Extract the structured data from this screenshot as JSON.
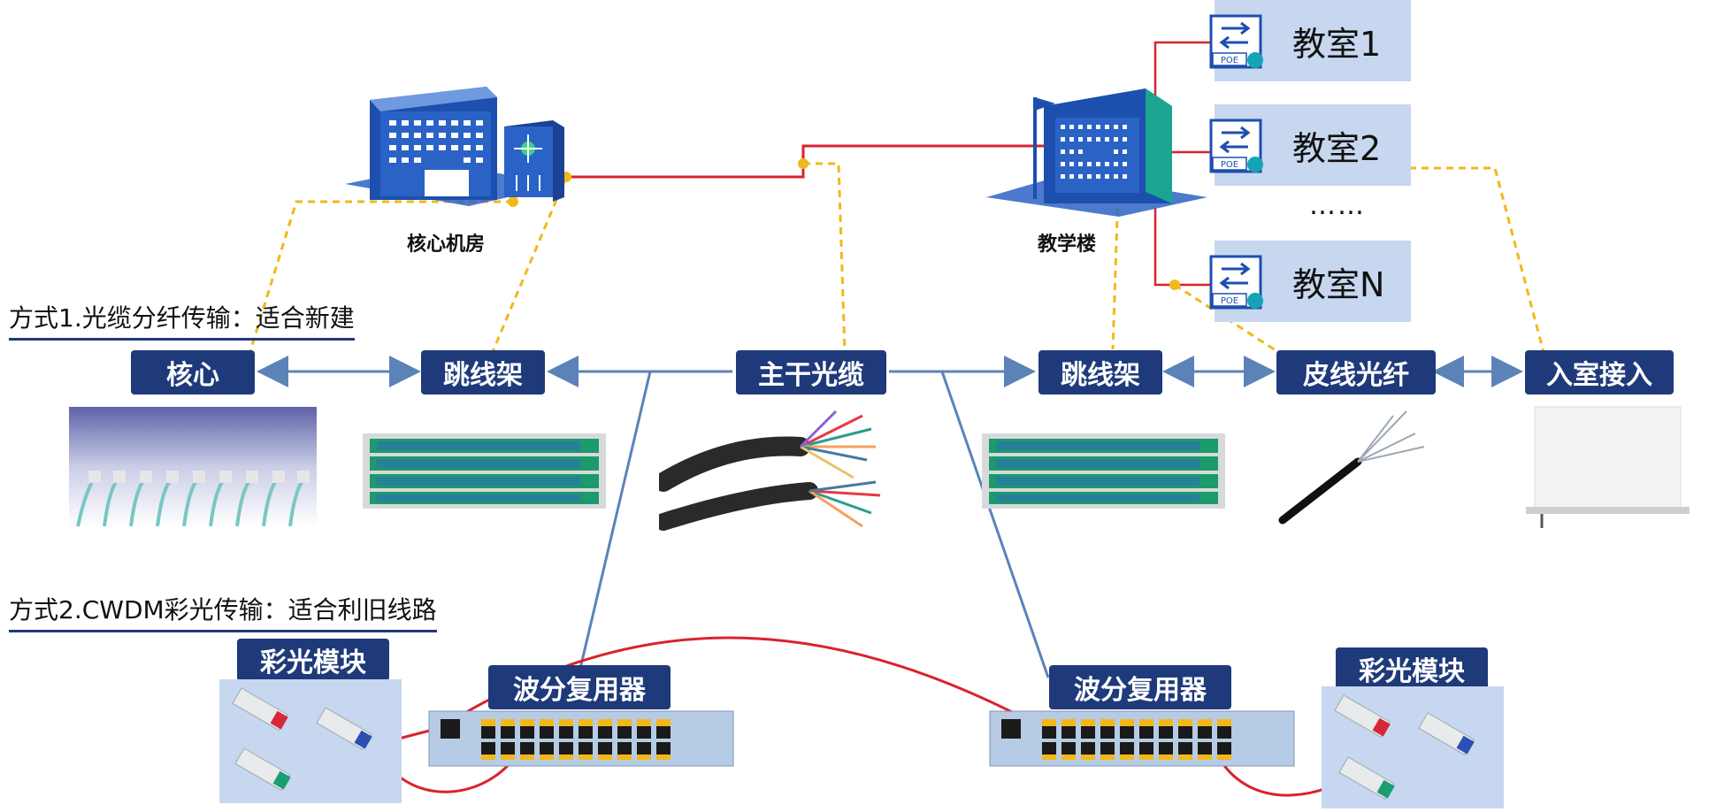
{
  "buildings": {
    "core_room": "核心机房",
    "teaching_building": "教学楼"
  },
  "classrooms": [
    {
      "label": "教室1",
      "badge": "POE"
    },
    {
      "label": "教室2",
      "badge": "POE"
    },
    {
      "label": "教室N",
      "badge": "POE"
    }
  ],
  "ellipsis": "……",
  "method1": "方式1.光缆分纤传输：适合新建",
  "method2": "方式2.CWDM彩光传输：适合利旧线路",
  "nodes": {
    "core": "核心",
    "patch_left": "跳线架",
    "trunk": "主干光缆",
    "patch_right": "跳线架",
    "drop_fiber": "皮线光纤",
    "indoor": "入室接入"
  },
  "cwdm": {
    "module_left": "彩光模块",
    "mux_left": "波分复用器",
    "mux_right": "波分复用器",
    "module_right": "彩光模块"
  },
  "colors": {
    "label_bg": "#1f3a7a",
    "red_link": "#d9232d",
    "fiber_dashed": "#f2b81a",
    "arrow_line": "#5b83b8",
    "panel_bg": "#c7d7ef",
    "mux_body": "#b6cbe4"
  },
  "icons": [
    "office-building-icon",
    "core-switch-icon",
    "school-building-icon",
    "poe-switch-icon"
  ]
}
